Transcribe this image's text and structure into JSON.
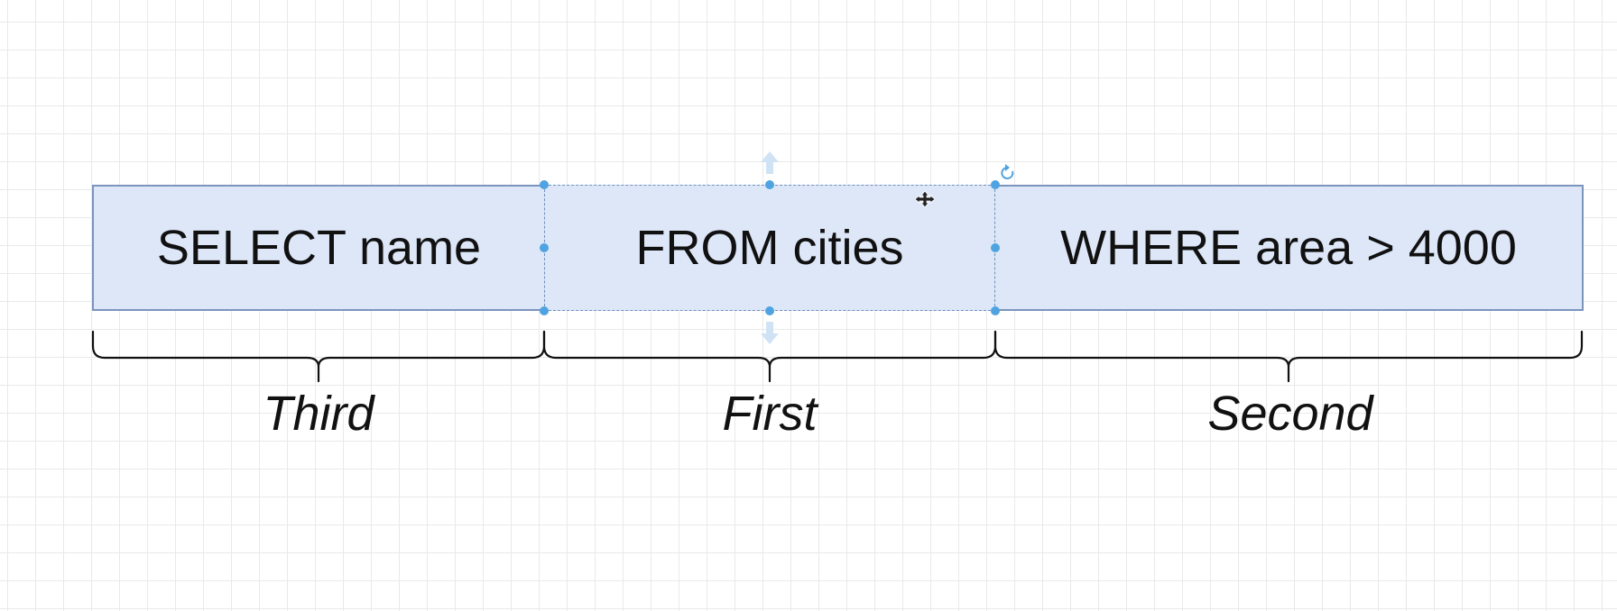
{
  "canvas": {
    "grid": true,
    "grid_color": "#e9e9e9",
    "background_color": "#ffffff"
  },
  "colors": {
    "cell_fill": "#dde7f8",
    "cell_border": "#7b95bd",
    "selection_handle": "#4fa3e0",
    "brace": "#111111"
  },
  "diagram": {
    "cells": [
      {
        "text": "SELECT name"
      },
      {
        "text": "FROM cities",
        "selected": true
      },
      {
        "text": "WHERE area > 4000"
      }
    ],
    "labels": [
      {
        "text": "Third"
      },
      {
        "text": "First"
      },
      {
        "text": "Second"
      }
    ]
  },
  "selection": {
    "icons": [
      "move-icon",
      "rotate-icon",
      "arrow-up-icon",
      "arrow-down-icon"
    ]
  }
}
